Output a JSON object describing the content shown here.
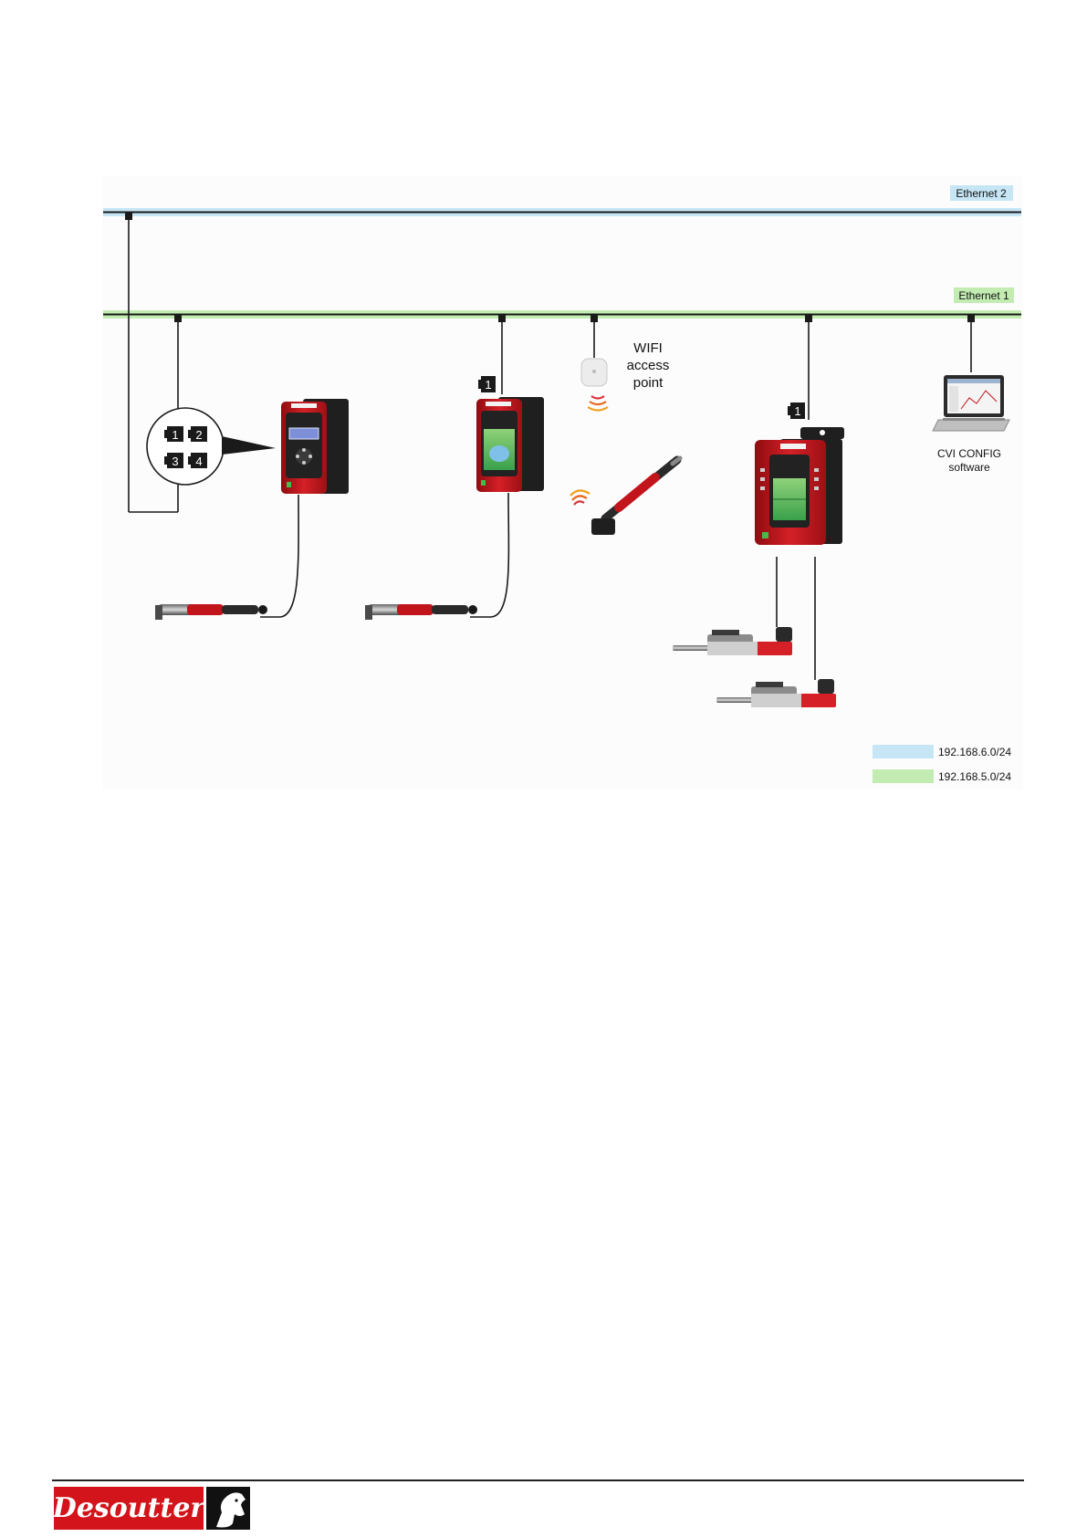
{
  "networks": {
    "ethernet2": {
      "label": "Ethernet 2",
      "color": "#c6e6f5"
    },
    "ethernet1": {
      "label": "Ethernet 1",
      "color": "#c3ecb2"
    }
  },
  "ports": {
    "p1": "1",
    "p2": "2",
    "p3": "3",
    "p4": "4"
  },
  "wifi": {
    "line1": "WIFI",
    "line2": "access",
    "line3": "point"
  },
  "software": {
    "line1": "CVI CONFIG",
    "line2": "software"
  },
  "legend": [
    {
      "label": "192.168.6.0/24",
      "color": "#c6e6f5"
    },
    {
      "label": "192.168.5.0/24",
      "color": "#c3ecb2"
    }
  ],
  "footer": {
    "brand": "Desoutter"
  }
}
